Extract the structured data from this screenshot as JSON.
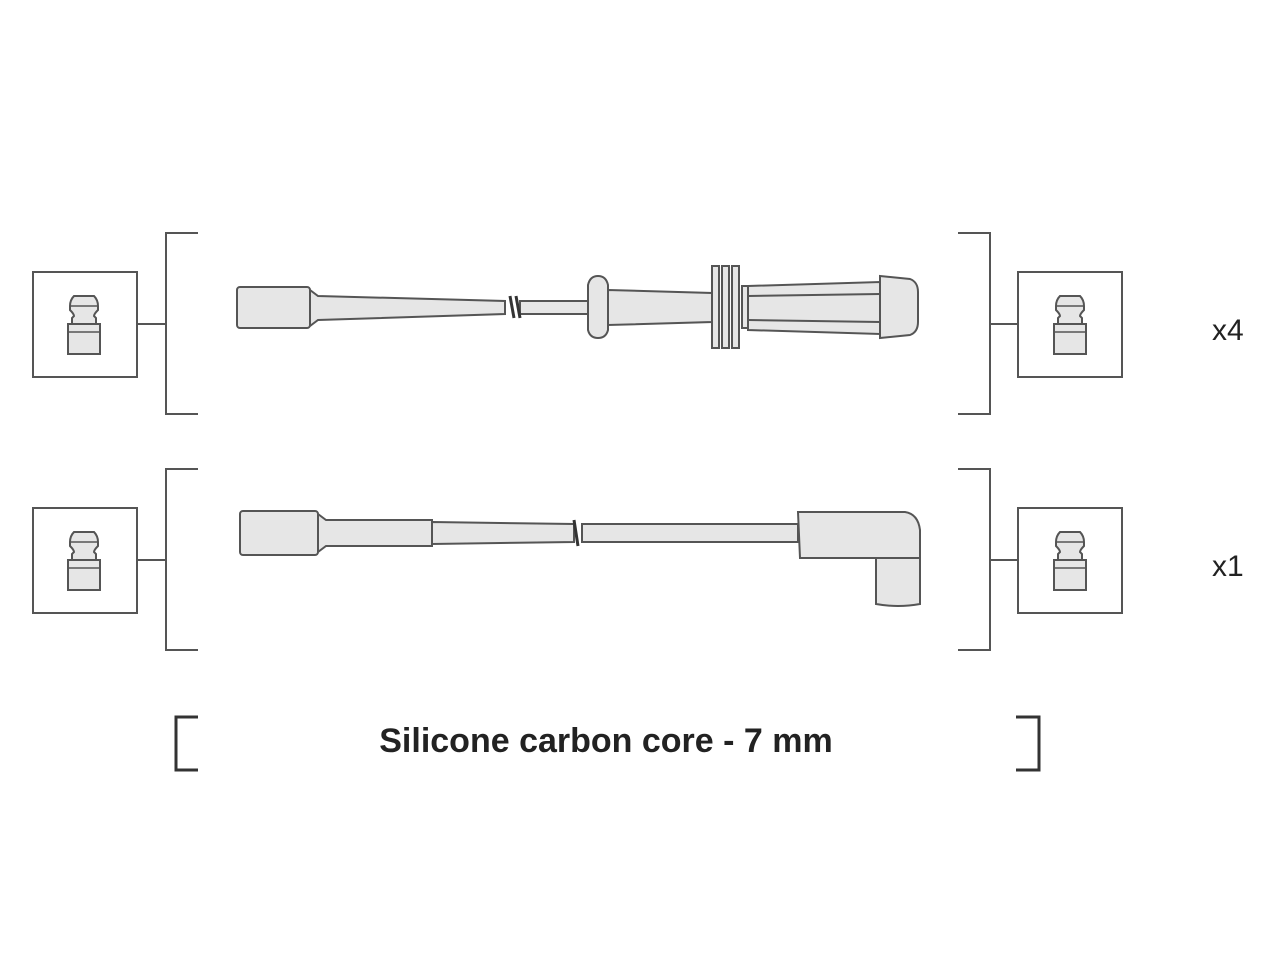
{
  "diagram": {
    "rows": [
      {
        "quantity": "x4",
        "cable_type": "straight-boot-cable",
        "left_connector_icon": "spark-plug-terminal-icon",
        "right_connector_icon": "spark-plug-terminal-icon"
      },
      {
        "quantity": "x1",
        "cable_type": "angled-boot-cable",
        "left_connector_icon": "spark-plug-terminal-icon",
        "right_connector_icon": "spark-plug-terminal-icon"
      }
    ],
    "caption": "Silicone carbon core - 7 mm"
  },
  "colors": {
    "line": "#555555",
    "cable_fill": "#e6e6e6",
    "background": "#ffffff"
  }
}
